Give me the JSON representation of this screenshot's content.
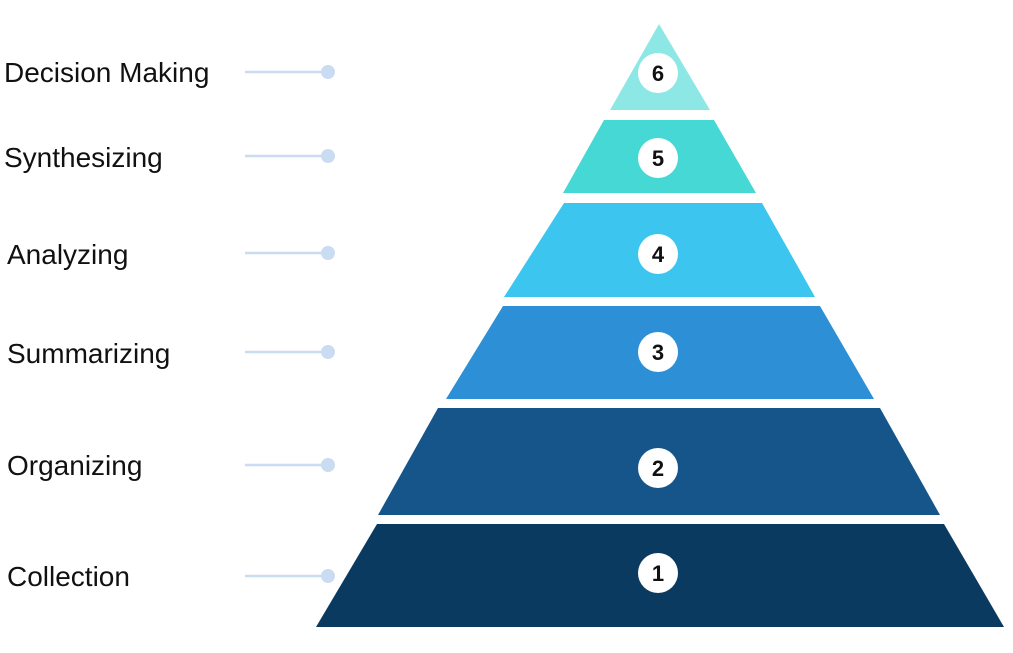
{
  "levels": [
    {
      "number": "1",
      "label": "Collection",
      "color": "#0b3a60"
    },
    {
      "number": "2",
      "label": "Organizing",
      "color": "#15558a"
    },
    {
      "number": "3",
      "label": "Summarizing",
      "color": "#2d8fd5"
    },
    {
      "number": "4",
      "label": "Analyzing",
      "color": "#3cc6ef"
    },
    {
      "number": "5",
      "label": "Synthesizing",
      "color": "#45d8d4"
    },
    {
      "number": "6",
      "label": "Decision Making",
      "color": "#8de8e5"
    }
  ],
  "connector_color": "#c9dcf2"
}
